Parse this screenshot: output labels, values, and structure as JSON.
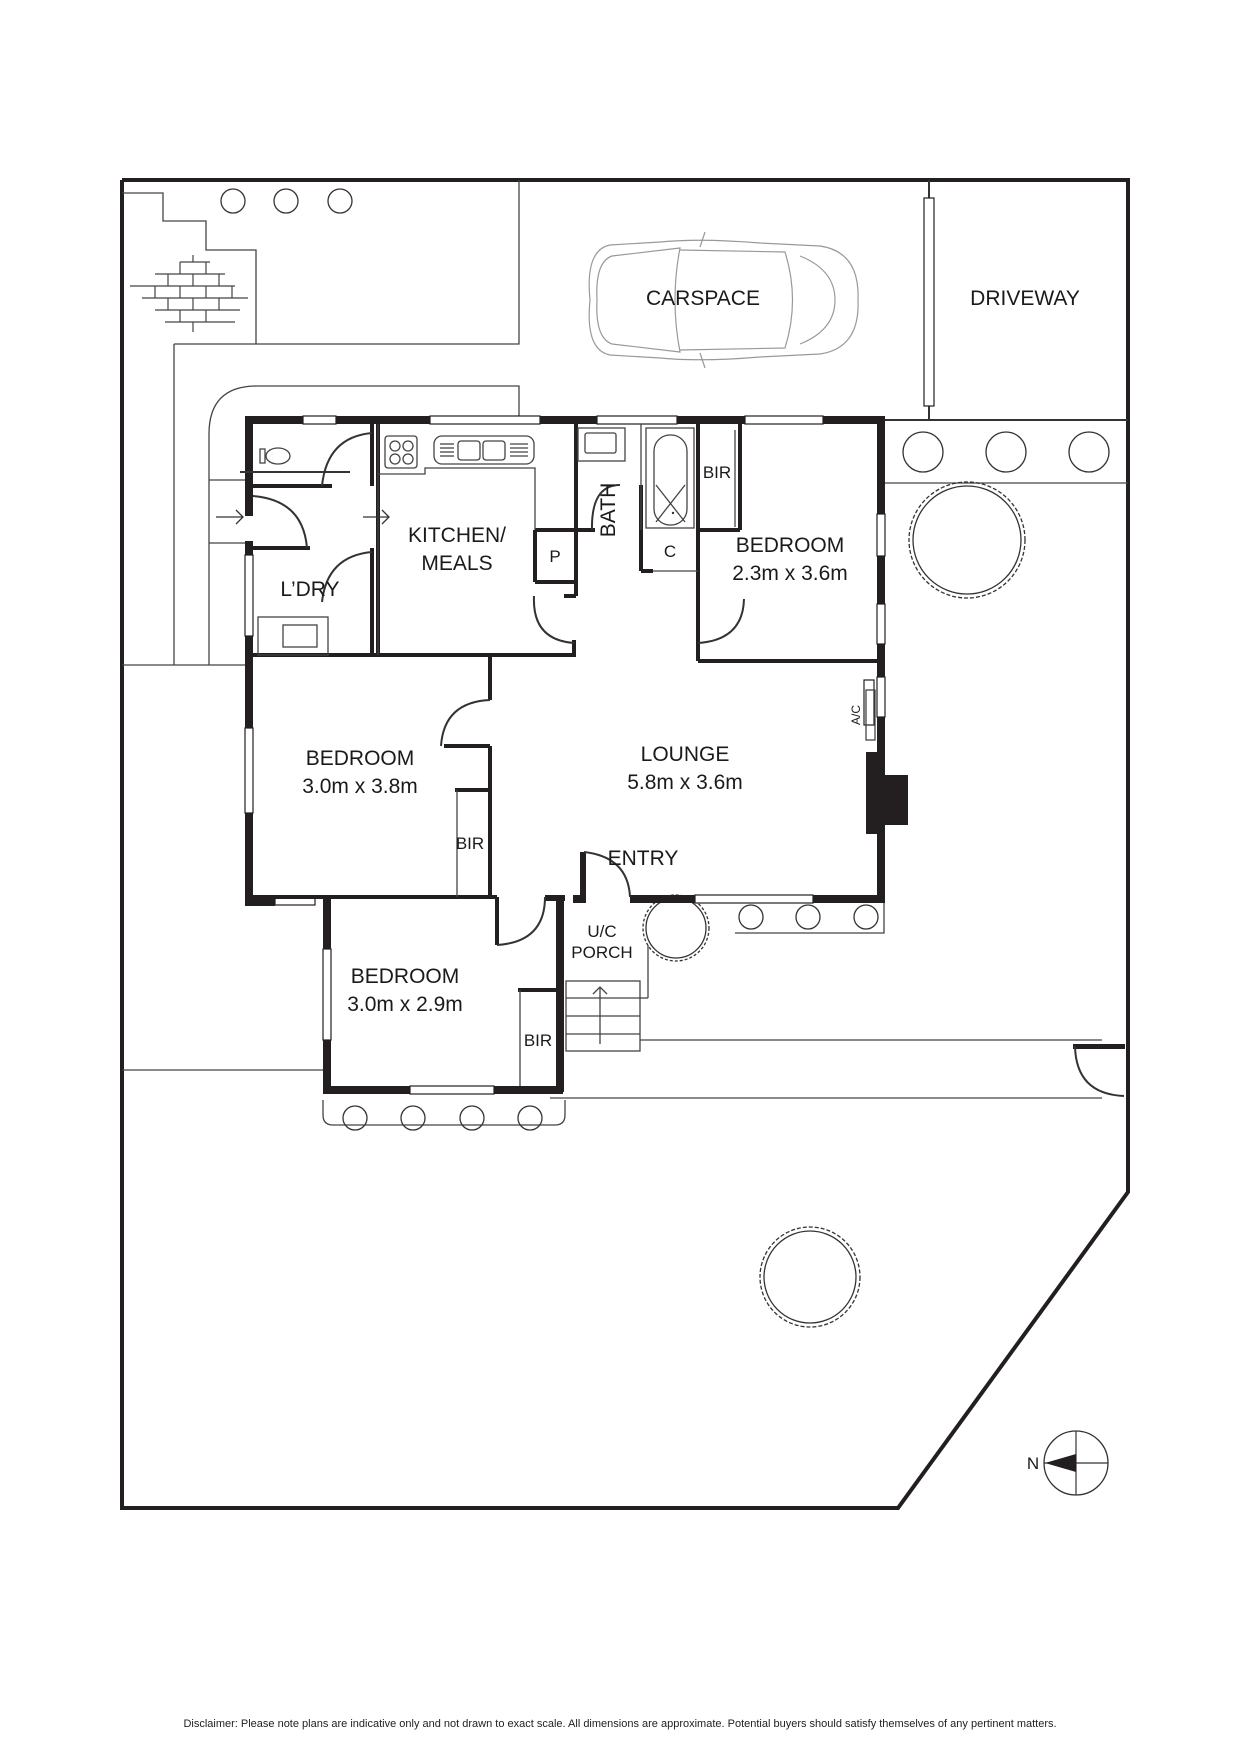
{
  "plan": {
    "outdoor": {
      "carspace": "CARSPACE",
      "driveway": "DRIVEWAY"
    },
    "rooms": [
      {
        "id": "kitchen",
        "name_line1": "KITCHEN/",
        "name_line2": "MEALS",
        "dimensions": ""
      },
      {
        "id": "laundry",
        "name_line1": "L’DRY",
        "dimensions": ""
      },
      {
        "id": "bath",
        "name_line1": "BATH",
        "dimensions": ""
      },
      {
        "id": "bedroom_ne",
        "name_line1": "BEDROOM",
        "dimensions": "2.3m x 3.6m"
      },
      {
        "id": "bedroom_w",
        "name_line1": "BEDROOM",
        "dimensions": "3.0m x 3.8m"
      },
      {
        "id": "lounge",
        "name_line1": "LOUNGE",
        "dimensions": "5.8m x 3.6m"
      },
      {
        "id": "bedroom_sw",
        "name_line1": "BEDROOM",
        "dimensions": "3.0m x 2.9m"
      },
      {
        "id": "entry",
        "name_line1": "ENTRY",
        "dimensions": ""
      },
      {
        "id": "porch",
        "name_line1": "U/C",
        "name_line2": "PORCH",
        "dimensions": ""
      }
    ],
    "fixtures": {
      "bir_ne": "BIR",
      "bir_w": "BIR",
      "bir_sw": "BIR",
      "pantry": "P",
      "cupboard": "C",
      "ac": "A/C"
    },
    "compass": {
      "label": "N"
    }
  },
  "footer": {
    "disclaimer": "Disclaimer: Please note plans are indicative only and not drawn to exact scale. All dimensions are approximate. Potential buyers should satisfy themselves of any pertinent matters."
  },
  "colors": {
    "wall": "#231f20",
    "background": "#ffffff",
    "text": "#1a1a1a"
  }
}
